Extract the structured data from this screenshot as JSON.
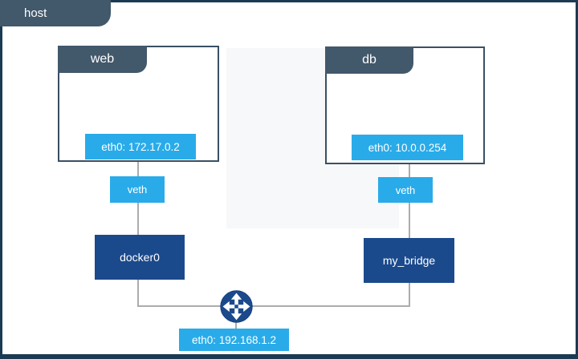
{
  "diagram": {
    "host": {
      "label": "host",
      "ip_label": "eth0: 192.168.1.2"
    },
    "containers": [
      {
        "name": "web",
        "ip_label": "eth0: 172.17.0.2",
        "veth_label": "veth",
        "bridge_label": "docker0"
      },
      {
        "name": "db",
        "ip_label": "eth0: 10.0.0.254",
        "veth_label": "veth",
        "bridge_label": "my_bridge"
      }
    ],
    "icons": {
      "router": "router-crossed-arrows"
    },
    "colors": {
      "accent_blue": "#29ABE9",
      "navy": "#1B4A8C",
      "slate_tab": "#42586B",
      "box_border": "#3A5065",
      "frame_dark": "#1C3A52",
      "line_gray": "#ACACAC"
    }
  }
}
